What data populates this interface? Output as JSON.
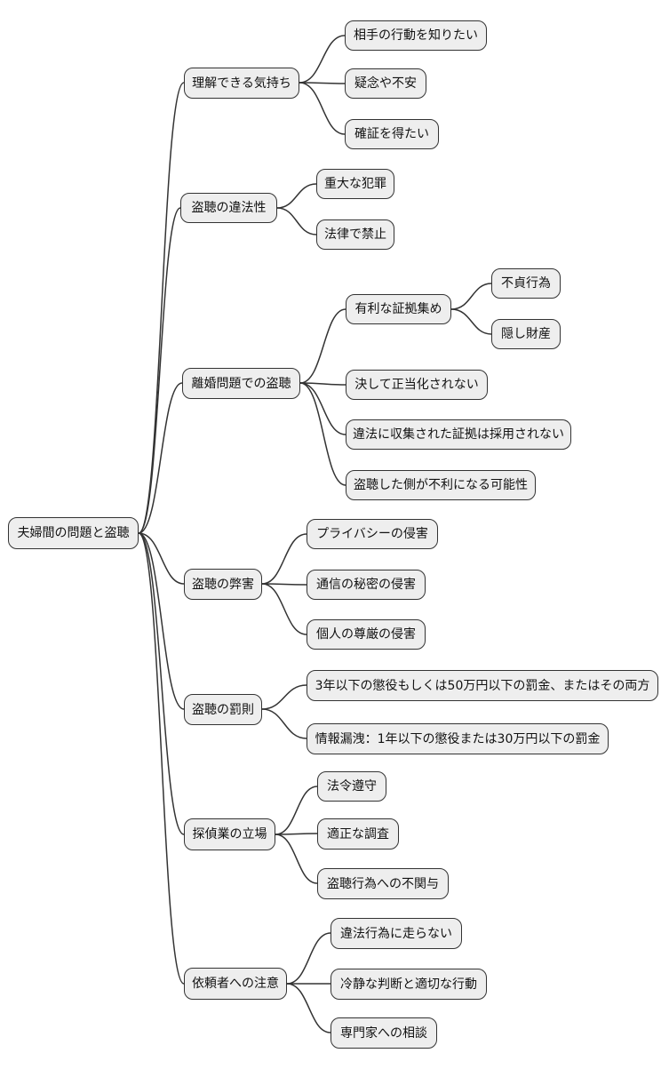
{
  "colors": {
    "background": "#ffffff",
    "node_fill": "#eeeeee",
    "node_border": "#333333",
    "connector": "#333333",
    "text": "#111111"
  },
  "mindmap": {
    "root": {
      "label": "夫婦間の問題と盗聴"
    },
    "branches": [
      {
        "label": "理解できる気持ち",
        "children": [
          {
            "label": "相手の行動を知りたい"
          },
          {
            "label": "疑念や不安"
          },
          {
            "label": "確証を得たい"
          }
        ]
      },
      {
        "label": "盗聴の違法性",
        "children": [
          {
            "label": "重大な犯罪"
          },
          {
            "label": "法律で禁止"
          }
        ]
      },
      {
        "label": "離婚問題での盗聴",
        "children": [
          {
            "label": "有利な証拠集め",
            "children": [
              {
                "label": "不貞行為"
              },
              {
                "label": "隠し財産"
              }
            ]
          },
          {
            "label": "決して正当化されない"
          },
          {
            "label": "違法に収集された証拠は採用されない"
          },
          {
            "label": "盗聴した側が不利になる可能性"
          }
        ]
      },
      {
        "label": "盗聴の弊害",
        "children": [
          {
            "label": "プライバシーの侵害"
          },
          {
            "label": "通信の秘密の侵害"
          },
          {
            "label": "個人の尊厳の侵害"
          }
        ]
      },
      {
        "label": "盗聴の罰則",
        "children": [
          {
            "label": "3年以下の懲役もしくは50万円以下の罰金、またはその両方"
          },
          {
            "label": "情報漏洩：1年以下の懲役または30万円以下の罰金"
          }
        ]
      },
      {
        "label": "探偵業の立場",
        "children": [
          {
            "label": "法令遵守"
          },
          {
            "label": "適正な調査"
          },
          {
            "label": "盗聴行為への不関与"
          }
        ]
      },
      {
        "label": "依頼者への注意",
        "children": [
          {
            "label": "違法行為に走らない"
          },
          {
            "label": "冷静な判断と適切な行動"
          },
          {
            "label": "専門家への相談"
          }
        ]
      }
    ]
  }
}
